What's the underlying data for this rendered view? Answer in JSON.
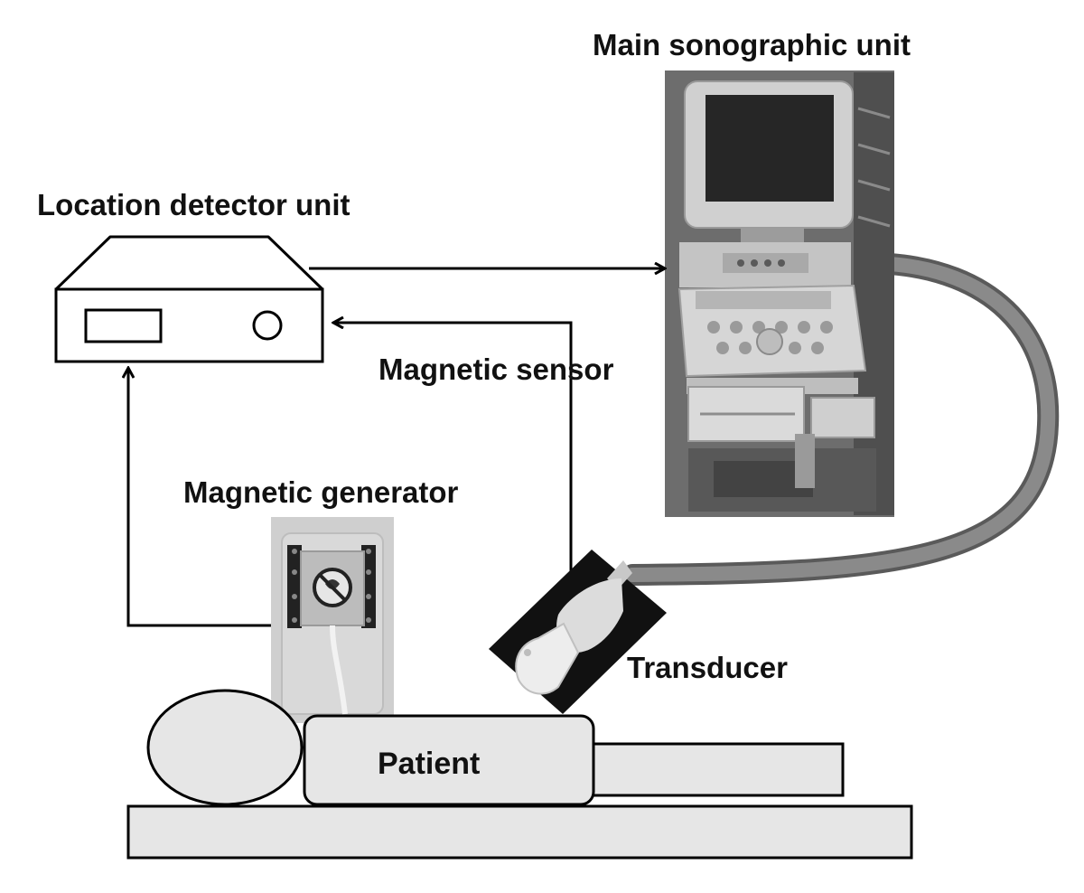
{
  "labels": {
    "main_unit": "Main sonographic unit",
    "location_detector": "Location detector unit",
    "magnetic_sensor": "Magnetic sensor",
    "magnetic_generator": "Magnetic generator",
    "transducer": "Transducer",
    "patient": "Patient"
  },
  "colors": {
    "line": "#000000",
    "fill_light": "#e6e6e6",
    "cable": "#7a7a7a",
    "photo_bg": "#6f6f6f"
  }
}
